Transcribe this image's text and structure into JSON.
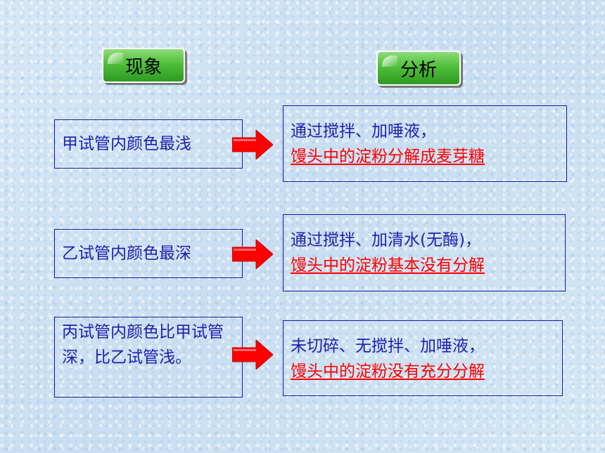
{
  "headers": {
    "left": "现象",
    "right": "分析"
  },
  "rows": [
    {
      "observation": "甲试管内颜色最浅",
      "analysis_line1": "通过搅拌、加唾液，",
      "analysis_line2": "馒头中的淀粉分解成麦芽糖"
    },
    {
      "observation": "乙试管内颜色最深",
      "analysis_line1": "通过搅拌、加清水(无酶)，",
      "analysis_line2": "馒头中的淀粉基本没有分解"
    },
    {
      "observation": "丙试管内颜色比甲试管深，比乙试管浅。",
      "analysis_line1": "未切碎、无搅拌、加唾液，",
      "analysis_line2": "馒头中的淀粉没有充分分解"
    }
  ],
  "colors": {
    "text_blue": "#1f1fb0",
    "emphasis_red": "#ff0000",
    "arrow_red": "#ff0000",
    "header_green": "#4fbf3a",
    "background": "#cfe3f3"
  },
  "icons": {
    "arrow": "right-arrow-icon"
  }
}
